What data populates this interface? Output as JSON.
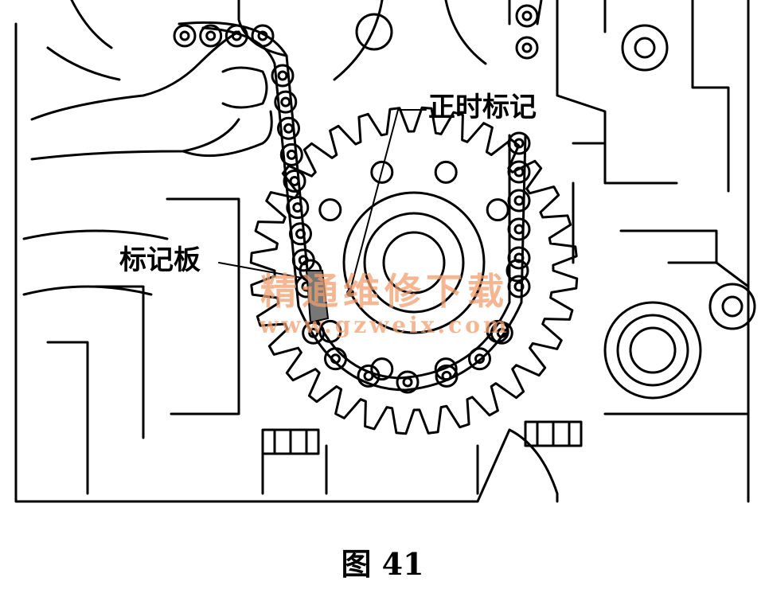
{
  "figure": {
    "labels": {
      "timing_mark": "正时标记",
      "mark_plate": "标记板"
    },
    "caption": "图 41",
    "watermark": {
      "site_name": "精通维修下载",
      "url": "www.gzweix.com"
    },
    "icons": [
      "hand-icon",
      "chain-icon",
      "sprocket-icon",
      "tensioner-pulley-icon",
      "bolt-icon"
    ],
    "colors": {
      "line": "#000000",
      "background": "#ffffff",
      "watermark": "#f2a070",
      "mark_plate_fill": "#777777"
    }
  }
}
